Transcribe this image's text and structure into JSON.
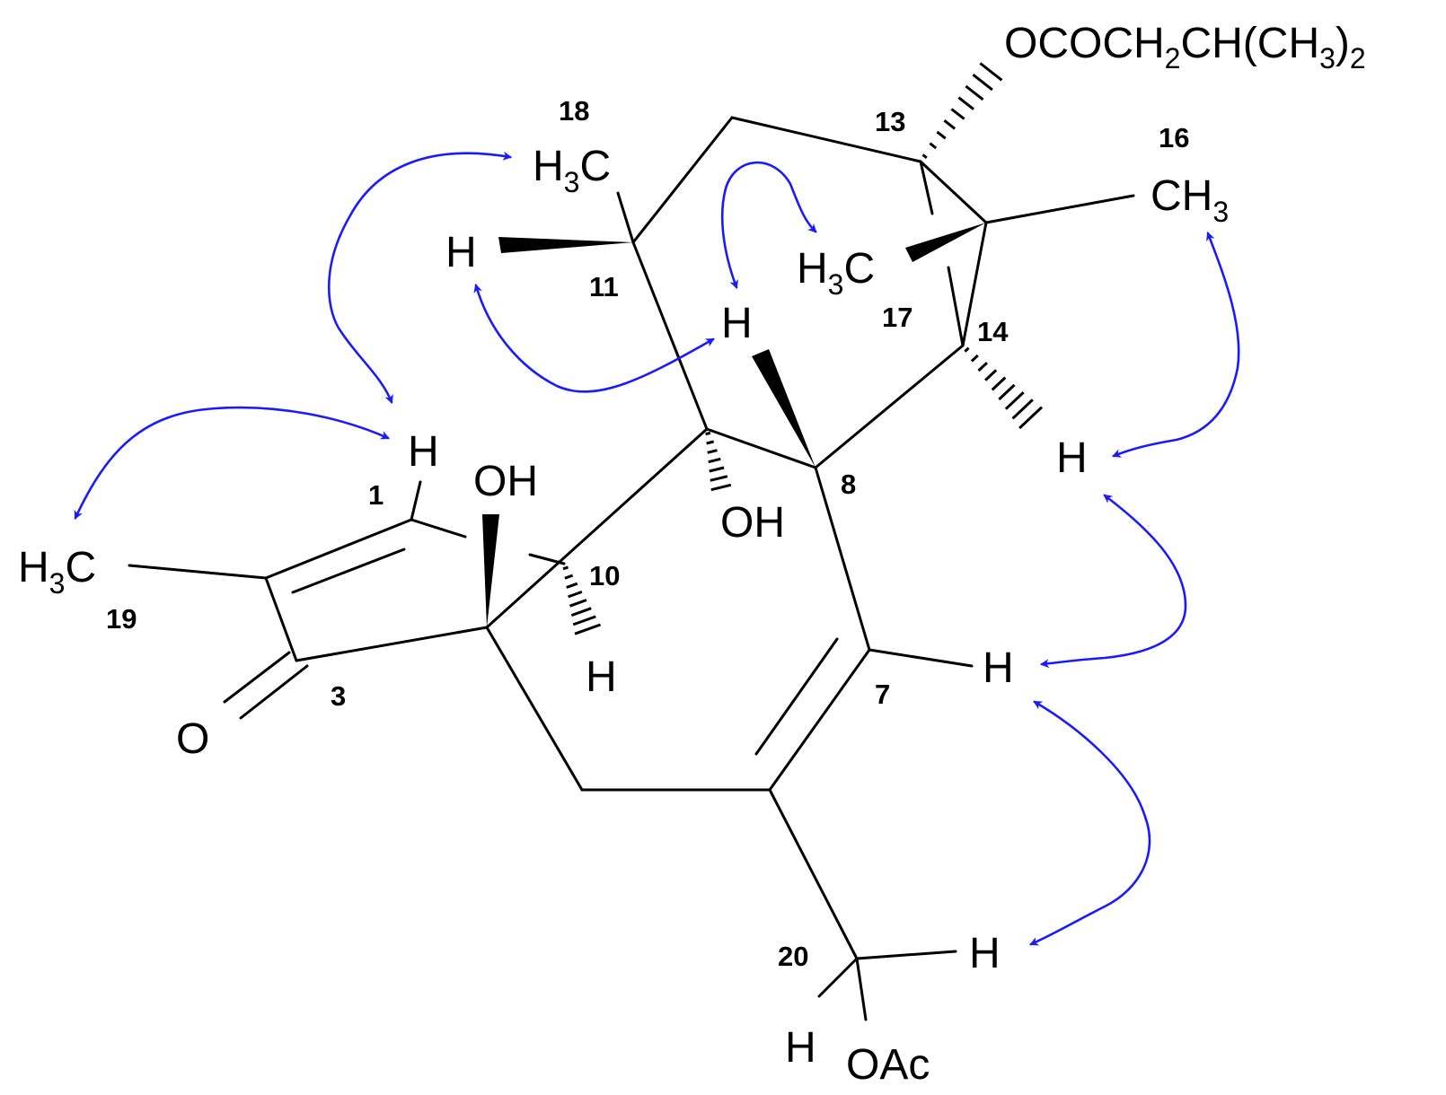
{
  "colors": {
    "bond": "#000000",
    "correlation": "#1a1aff"
  },
  "atom_labels": {
    "ester": {
      "main": "OCOCH",
      "sub1": "2",
      "mid": "CH(CH",
      "sub2": "3",
      "end": ")",
      "sub3": "2"
    },
    "me18": {
      "pre": "H",
      "sub": "3",
      "post": "C"
    },
    "me16": {
      "pre": "CH",
      "sub": "3"
    },
    "me17": {
      "pre": "H",
      "sub": "3",
      "post": "C"
    },
    "me19": {
      "pre": "H",
      "sub": "3",
      "post": "C"
    },
    "h11": "H",
    "h9": "H",
    "h1": "H",
    "oh4": "OH",
    "oh9": "OH",
    "h10": "H",
    "h14": "H",
    "h7": "H",
    "h20a": "H",
    "h20b": "H",
    "o3": "O",
    "oac": "OAc"
  },
  "position_numbers": {
    "n18": "18",
    "n13": "13",
    "n16": "16",
    "n11": "11",
    "n17": "17",
    "n14": "14",
    "n1": "1",
    "n8": "8",
    "n10": "10",
    "n19": "19",
    "n3": "3",
    "n7": "7",
    "n20": "20"
  }
}
